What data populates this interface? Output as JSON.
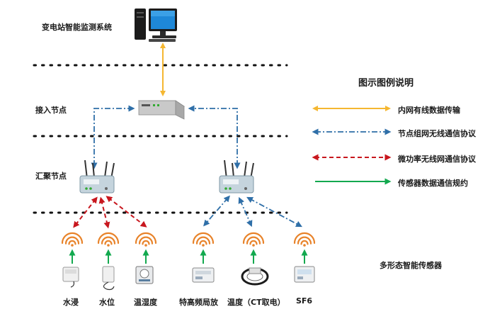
{
  "system_title": "变电站智能监测系统",
  "layers": {
    "access": "接入节点",
    "aggregation": "汇聚节点"
  },
  "sensors_group_label": "多形态智能传感器",
  "legend": {
    "title": "图示图例说明",
    "items": [
      {
        "label": "内网有线数据传输",
        "color": "#f5b731",
        "style": "solid-double-arrow"
      },
      {
        "label": "节点组网无线通信协议",
        "color": "#2f6fa8",
        "style": "dashdot-double-arrow"
      },
      {
        "label": "微功率无线网通信协议",
        "color": "#c8171e",
        "style": "dash-double-arrow"
      },
      {
        "label": "传感器数据通信规约",
        "color": "#13a94f",
        "style": "solid-single-arrow"
      }
    ]
  },
  "sensors": [
    {
      "label": "水浸",
      "icon": "water-immersion-sensor-icon"
    },
    {
      "label": "水位",
      "icon": "water-level-sensor-icon"
    },
    {
      "label": "温湿度",
      "icon": "temperature-humidity-sensor-icon"
    },
    {
      "label": "特高频局放",
      "icon": "uhf-partial-discharge-sensor-icon"
    },
    {
      "label": "温度（CT取电）",
      "icon": "ct-powered-temperature-sensor-icon"
    },
    {
      "label": "SF6",
      "icon": "sf6-sensor-icon"
    }
  ],
  "colors": {
    "wired": "#f5b731",
    "node_wireless": "#2f6fa8",
    "micro_power": "#c8171e",
    "sensor_protocol": "#13a94f",
    "wifi": "#e8832a"
  }
}
